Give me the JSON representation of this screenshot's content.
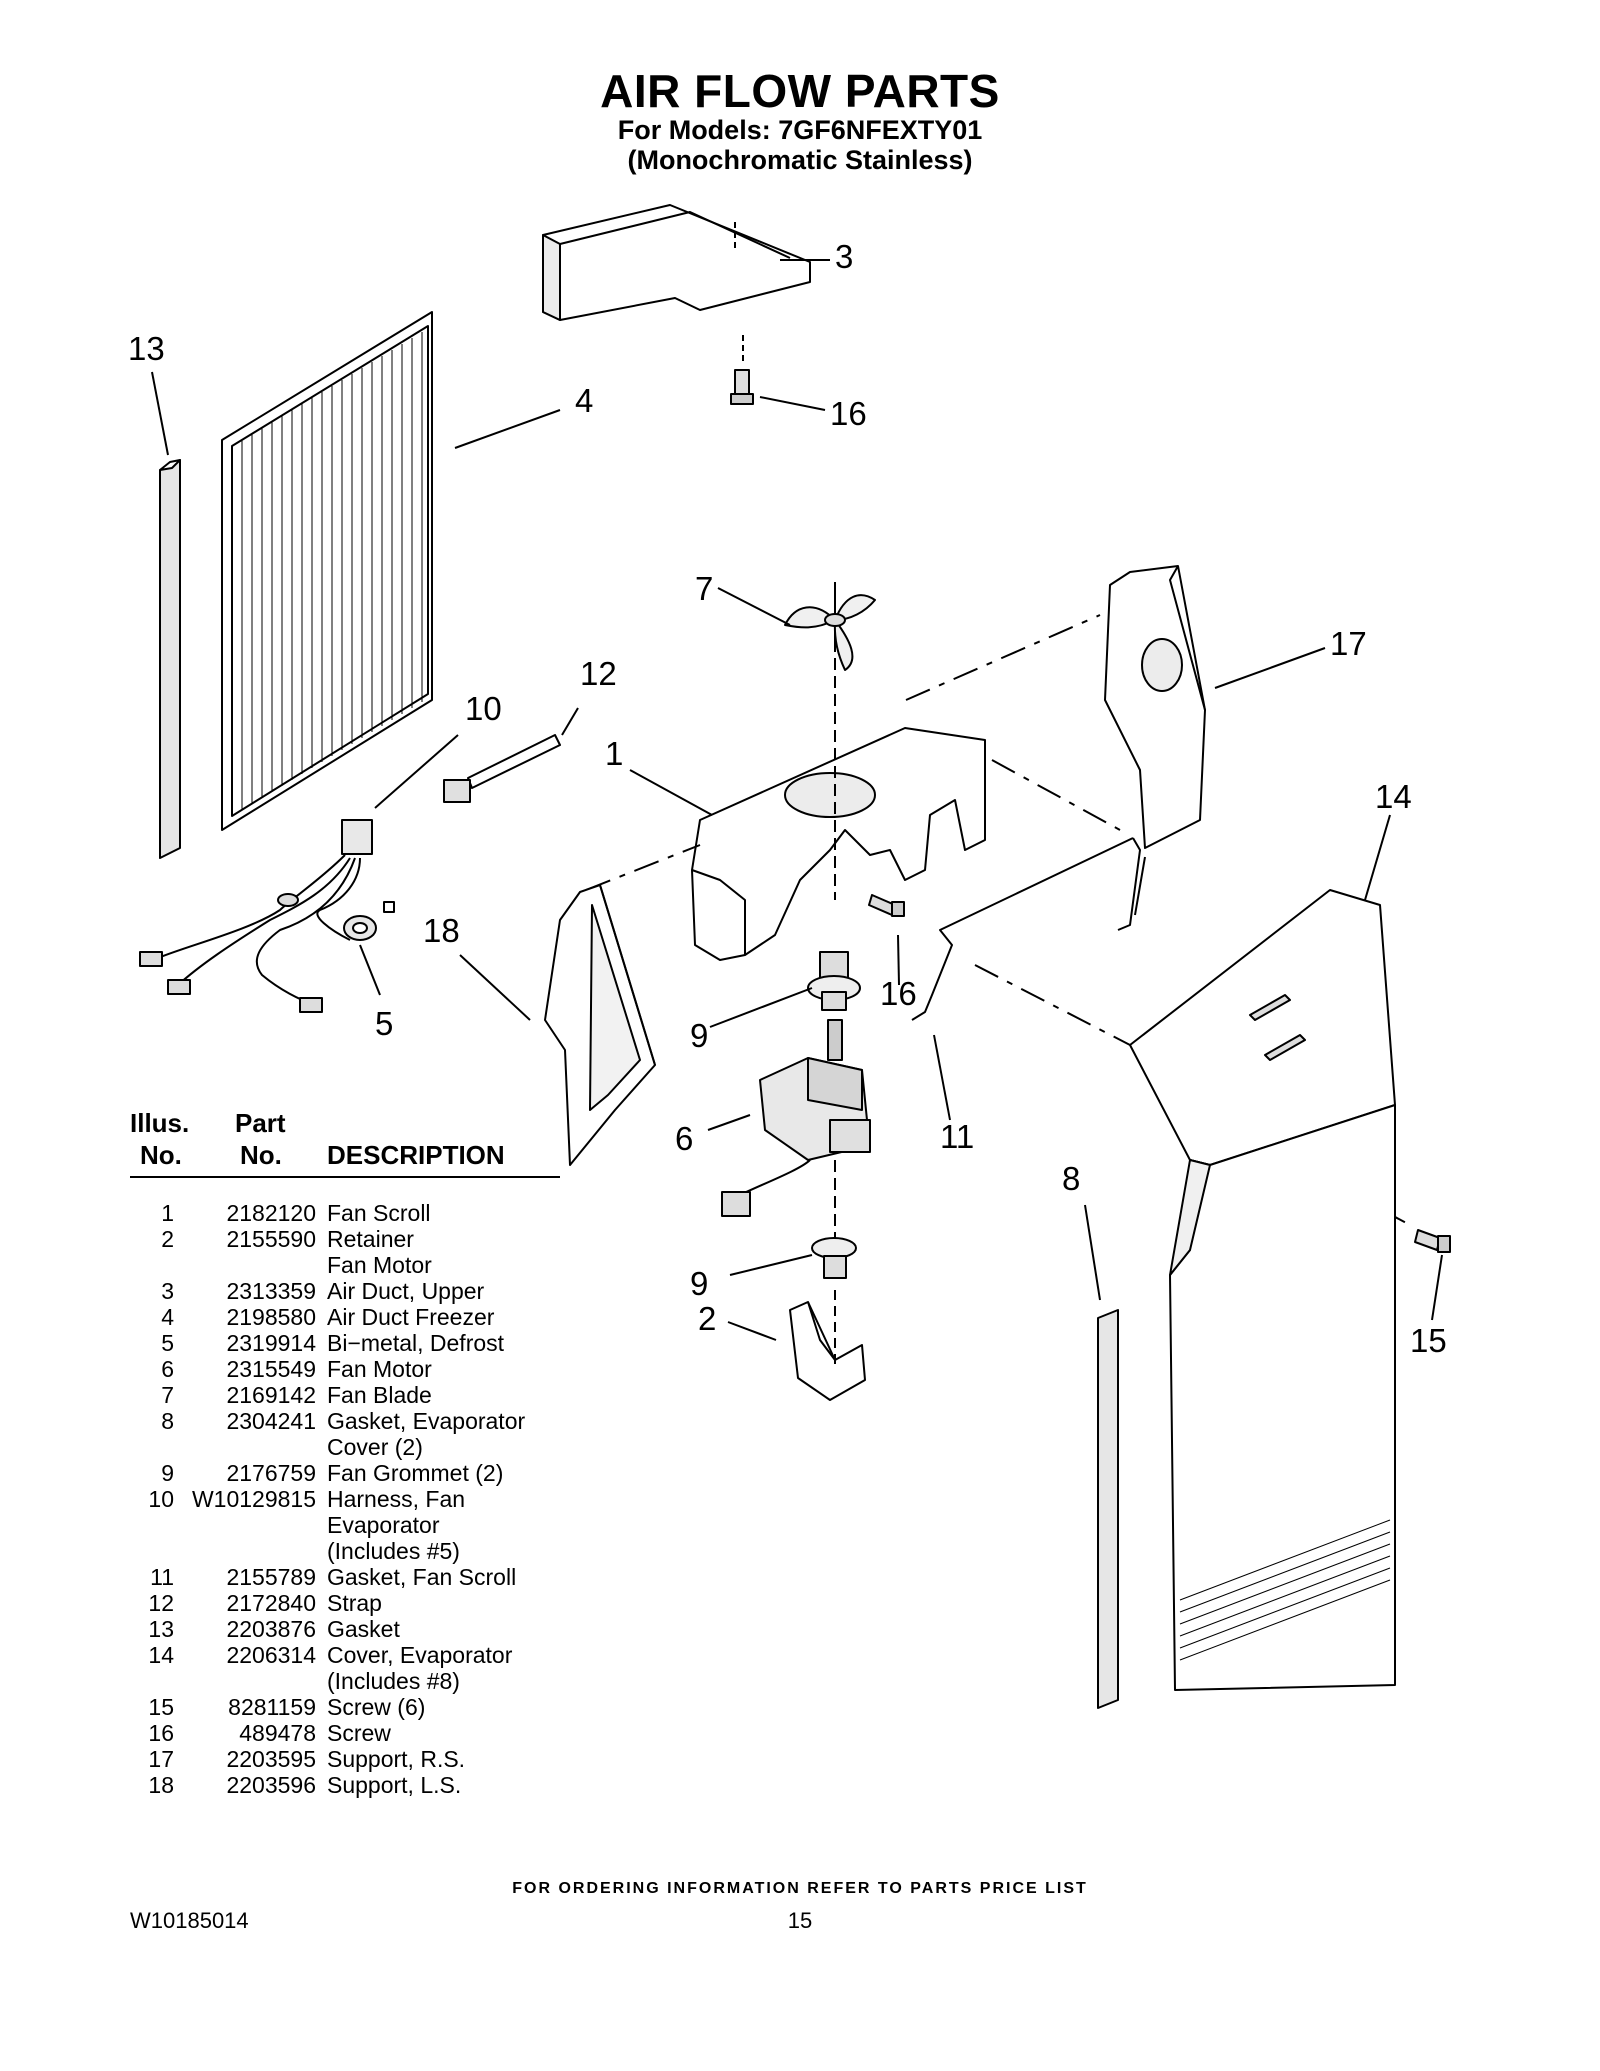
{
  "header": {
    "title": "AIR FLOW PARTS",
    "models_line": "For Models: 7GF6NFEXTY01",
    "variant_line": "(Monochromatic Stainless)"
  },
  "diagram": {
    "callouts": [
      "13",
      "4",
      "3",
      "16",
      "7",
      "17",
      "12",
      "10",
      "1",
      "14",
      "18",
      "16",
      "5",
      "9",
      "6",
      "11",
      "8",
      "9",
      "2",
      "15"
    ]
  },
  "table": {
    "headers": {
      "illus_line1": "Illus.",
      "illus_line2": "No.",
      "part_line1": "Part",
      "part_line2": "No.",
      "description": "DESCRIPTION"
    },
    "rows": [
      {
        "illus": "1",
        "part": "2182120",
        "desc": "Fan Scroll"
      },
      {
        "illus": "2",
        "part": "2155590",
        "desc": "Retainer"
      },
      {
        "illus": "",
        "part": "",
        "desc": "Fan Motor"
      },
      {
        "illus": "3",
        "part": "2313359",
        "desc": "Air Duct, Upper"
      },
      {
        "illus": "4",
        "part": "2198580",
        "desc": "Air Duct Freezer"
      },
      {
        "illus": "5",
        "part": "2319914",
        "desc": "Bi−metal, Defrost"
      },
      {
        "illus": "6",
        "part": "2315549",
        "desc": "Fan Motor"
      },
      {
        "illus": "7",
        "part": "2169142",
        "desc": "Fan Blade"
      },
      {
        "illus": "8",
        "part": "2304241",
        "desc": "Gasket, Evaporator"
      },
      {
        "illus": "",
        "part": "",
        "desc": "Cover (2)"
      },
      {
        "illus": "9",
        "part": "2176759",
        "desc": "Fan Grommet (2)"
      },
      {
        "illus": "10",
        "part": "W10129815",
        "desc": "Harness, Fan"
      },
      {
        "illus": "",
        "part": "",
        "desc": "Evaporator"
      },
      {
        "illus": "",
        "part": "",
        "desc": "(Includes #5)"
      },
      {
        "illus": "11",
        "part": "2155789",
        "desc": "Gasket, Fan Scroll"
      },
      {
        "illus": "12",
        "part": "2172840",
        "desc": "Strap"
      },
      {
        "illus": "13",
        "part": "2203876",
        "desc": "Gasket"
      },
      {
        "illus": "14",
        "part": "2206314",
        "desc": "Cover, Evaporator"
      },
      {
        "illus": "",
        "part": "",
        "desc": "(Includes #8)"
      },
      {
        "illus": "15",
        "part": "8281159",
        "desc": "Screw (6)"
      },
      {
        "illus": "16",
        "part": "489478",
        "desc": "Screw"
      },
      {
        "illus": "17",
        "part": "2203595",
        "desc": "Support, R.S."
      },
      {
        "illus": "18",
        "part": "2203596",
        "desc": "Support, L.S."
      }
    ]
  },
  "footer": {
    "ordering_note": "FOR ORDERING INFORMATION REFER TO PARTS PRICE LIST",
    "doc_number": "W10185014",
    "page_number": "15"
  }
}
